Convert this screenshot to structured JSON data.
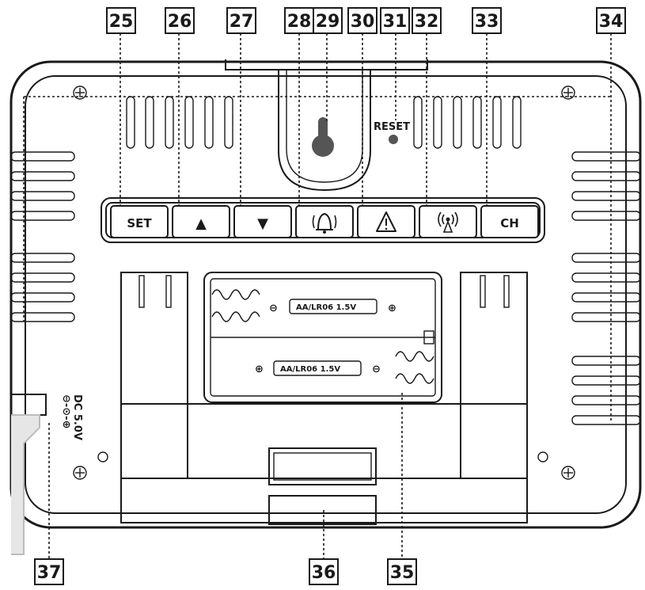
{
  "callouts": [
    "25",
    "26",
    "27",
    "28",
    "29",
    "30",
    "31",
    "32",
    "33",
    "34",
    "35",
    "36",
    "37"
  ],
  "buttons": {
    "set": "SET",
    "up": "▲",
    "down": "▼",
    "alarm": "alarm-bell-icon",
    "alert": "warning-triangle-icon",
    "radio": "radio-signal-icon",
    "ch": "CH"
  },
  "reset_label": "RESET",
  "battery": {
    "top_label": "AA/LR06  1.5V",
    "bottom_label": "AA/LR06  1.5V",
    "plus": "⊕",
    "minus": "⊖"
  },
  "dc_jack": {
    "label": "DC 5.0V",
    "polarity": "⊖-⊙-⊕"
  }
}
